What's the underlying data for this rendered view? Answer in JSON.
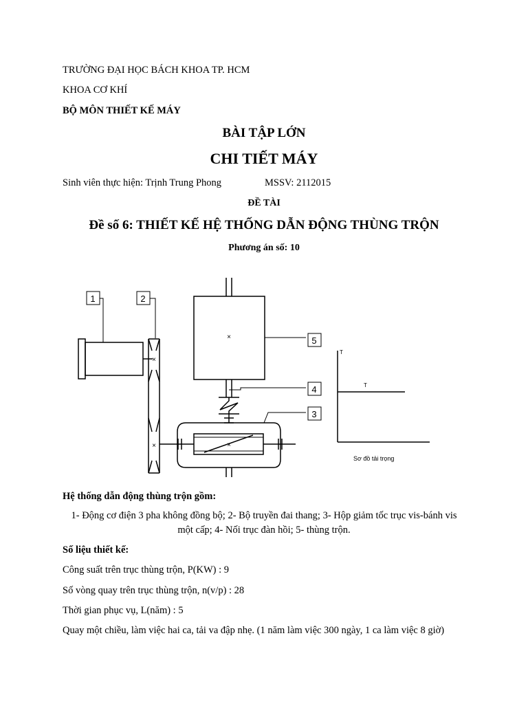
{
  "header": {
    "university": "TRƯỜNG ĐẠI HỌC BÁCH KHOA TP. HCM",
    "faculty": "KHOA CƠ KHÍ",
    "department": "BỘ MÔN THIẾT KẾ MÁY"
  },
  "title": {
    "line1": "BÀI TẬP LỚN",
    "line2": "CHI TIẾT MÁY"
  },
  "student": {
    "label": "Sinh viên thực hiện: Trịnh Trung Phong",
    "id": "MSSV: 2112015"
  },
  "topic": {
    "heading": "ĐỀ TÀI",
    "title": "Đề số 6: THIẾT KẾ HỆ THỐNG DẪN ĐỘNG THÙNG TRỘN",
    "variant": "Phương án số: 10"
  },
  "diagram": {
    "callouts": [
      "1",
      "2",
      "5",
      "4",
      "3"
    ],
    "load_axis_label": "T",
    "load_level_label": "T",
    "load_caption": "Sơ đồ tải trọng"
  },
  "system": {
    "heading": "Hệ thống dẫn động thùng trộn gồm:",
    "line1": "1- Động cơ điện 3 pha không đồng bộ; 2- Bộ truyền đai thang; 3- Hộp giảm tốc trục vis-bánh vis",
    "line2": "một cấp; 4- Nối trục đàn hồi; 5- thùng trộn."
  },
  "specs": {
    "heading": "Số liệu thiết kế:",
    "power": "Công suất trên trục thùng trộn, P(KW) : 9",
    "speed": "Số vòng quay trên trục thùng trộn, n(v/p) : 28",
    "lifetime": "Thời gian phục vụ, L(năm) : 5",
    "conditions": "Quay một chiều, làm việc hai ca, tải va đập nhẹ. (1 năm làm việc 300 ngày, 1 ca làm việc 8 giờ)"
  }
}
